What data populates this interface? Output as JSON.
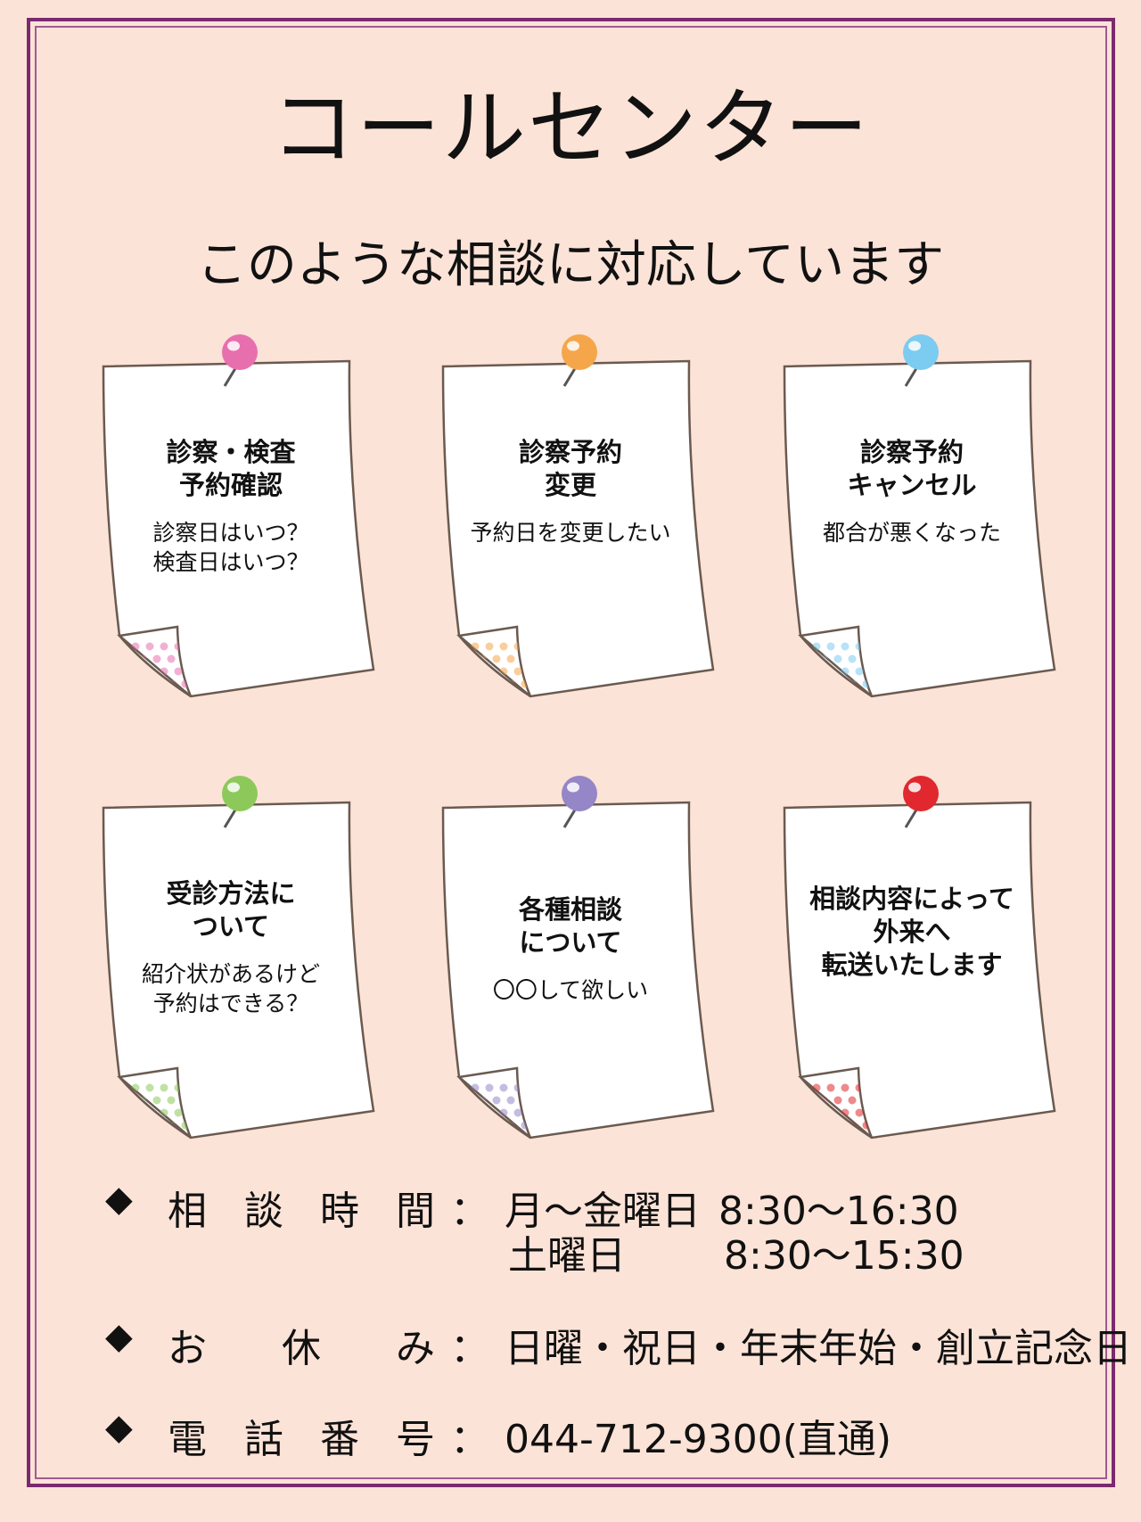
{
  "title": "コールセンター",
  "subtitle": "このような相談に対応しています",
  "colors": {
    "border": "#7b2a6f",
    "background": "#fce3d7"
  },
  "notes": [
    {
      "heading": [
        "診察・検査",
        "予約確認"
      ],
      "body": [
        "診察日はいつ？",
        "検査日はいつ？"
      ],
      "pin_color": "#e86fae"
    },
    {
      "heading": [
        "診察予約",
        "変更"
      ],
      "body": [
        "予約日を変更したい"
      ],
      "pin_color": "#f5a64a"
    },
    {
      "heading": [
        "診察予約",
        "キャンセル"
      ],
      "body": [
        "都合が悪くなった"
      ],
      "pin_color": "#7ccbf0"
    },
    {
      "heading": [
        "受診方法に",
        "ついて"
      ],
      "body": [
        "紹介状があるけど",
        "予約はできる？"
      ],
      "pin_color": "#8cc95a"
    },
    {
      "heading": [
        "各種相談",
        "について"
      ],
      "body": [
        "〇〇して欲しい"
      ],
      "pin_color": "#9586c8"
    },
    {
      "heading": [
        "相談内容によって",
        "外来へ",
        "転送いたします"
      ],
      "body": [],
      "pin_color": "#e0282e"
    }
  ],
  "info": {
    "bullet": "◆",
    "hours": {
      "label": [
        "相",
        "談",
        "時",
        "間"
      ],
      "colon": "：",
      "weekday_days": "月～金曜日",
      "weekday_time": "8:30～16:30",
      "saturday_days": "土曜日",
      "saturday_time": "8:30～15:30"
    },
    "holidays": {
      "label": [
        "お",
        "休",
        "み"
      ],
      "colon": "：",
      "value": "日曜・祝日・年末年始・創立記念日"
    },
    "phone": {
      "label": [
        "電",
        "話",
        "番",
        "号"
      ],
      "colon": "：",
      "value": "044-712-9300(直通)"
    }
  }
}
